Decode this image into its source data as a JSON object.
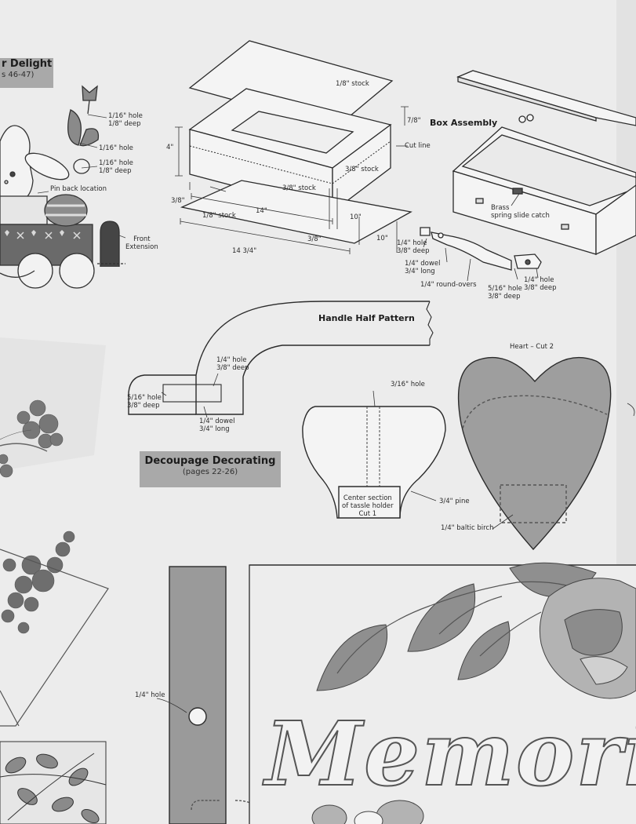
{
  "title_left": "r Delight",
  "title_left_pages": "s 46-47)",
  "bunny": {
    "hole1": "1/16\" hole\n1/8\" deep",
    "hole2": "1/16\" hole",
    "hole3": "1/16\" hole\n1/8\" deep",
    "pin_back": "Pin back location",
    "front_extension": "Front\nExtension"
  },
  "box": {
    "top_stock": "1/8\" stock",
    "dim_4": "4\"",
    "dim_7_8": "7/8\"",
    "cut_line": "Cut line",
    "side_stock": "3/8\" stock",
    "front_stock": "3/8\" stock",
    "dim_3_8_left": "3/8\"",
    "bottom_stock": "1/8\" stock",
    "dim_14": "14\"",
    "dim_10_inner": "10\"",
    "dim_3_8_bottom": "3/8\"",
    "dim_10_outer": "10\"",
    "dim_14_3_4": "14 3/4\""
  },
  "assembly": {
    "title": "Box Assembly",
    "brass": "Brass\nspring slide catch",
    "hole_a": "1/4\" hole\n3/8\" deep",
    "dowel": "1/4\" dowel\n3/4\" long",
    "roundovers": "1/4\" round-overs",
    "hole_b": "5/16\" hole\n3/8\" deep",
    "hole_c": "1/4\" hole\n3/8\" deep"
  },
  "handle": {
    "title": "Handle Half Pattern",
    "hole_a": "1/4\" hole\n3/8\" deep",
    "hole_b": "5/16\" hole\n3/8\" deep",
    "dowel": "1/4\" dowel\n3/4\" long"
  },
  "decoupage": {
    "title": "Decoupage Decorating",
    "pages": "(pages 22-26)"
  },
  "tassel": {
    "hole": "3/16\" hole",
    "center": "Center section\nof tassle holder\nCut 1",
    "pine": "3/4\" pine"
  },
  "heart": {
    "title": "Heart – Cut 2",
    "birch": "1/4\" baltic birch"
  },
  "strip": {
    "hole": "1/4\" hole"
  },
  "memories": "Memorie"
}
